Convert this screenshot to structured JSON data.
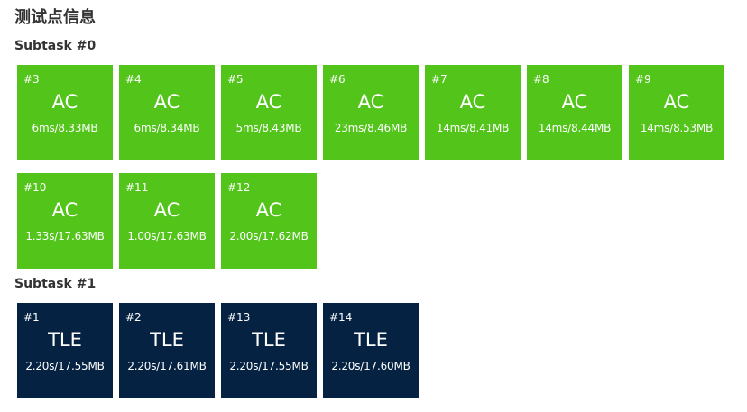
{
  "title": "测试点信息",
  "subtasks": [
    {
      "label": "Subtask #0",
      "cases": [
        {
          "id": "#3",
          "status": "AC",
          "stats": "6ms/8.33MB"
        },
        {
          "id": "#4",
          "status": "AC",
          "stats": "6ms/8.34MB"
        },
        {
          "id": "#5",
          "status": "AC",
          "stats": "5ms/8.43MB"
        },
        {
          "id": "#6",
          "status": "AC",
          "stats": "23ms/8.46MB"
        },
        {
          "id": "#7",
          "status": "AC",
          "stats": "14ms/8.41MB"
        },
        {
          "id": "#8",
          "status": "AC",
          "stats": "14ms/8.44MB"
        },
        {
          "id": "#9",
          "status": "AC",
          "stats": "14ms/8.53MB"
        },
        {
          "id": "#10",
          "status": "AC",
          "stats": "1.33s/17.63MB"
        },
        {
          "id": "#11",
          "status": "AC",
          "stats": "1.00s/17.63MB"
        },
        {
          "id": "#12",
          "status": "AC",
          "stats": "2.00s/17.62MB"
        }
      ]
    },
    {
      "label": "Subtask #1",
      "cases": [
        {
          "id": "#1",
          "status": "TLE",
          "stats": "2.20s/17.55MB"
        },
        {
          "id": "#2",
          "status": "TLE",
          "stats": "2.20s/17.61MB"
        },
        {
          "id": "#13",
          "status": "TLE",
          "stats": "2.20s/17.55MB"
        },
        {
          "id": "#14",
          "status": "TLE",
          "stats": "2.20s/17.60MB"
        }
      ]
    }
  ],
  "colors": {
    "ac": "#52c41a",
    "tle": "#052242"
  }
}
